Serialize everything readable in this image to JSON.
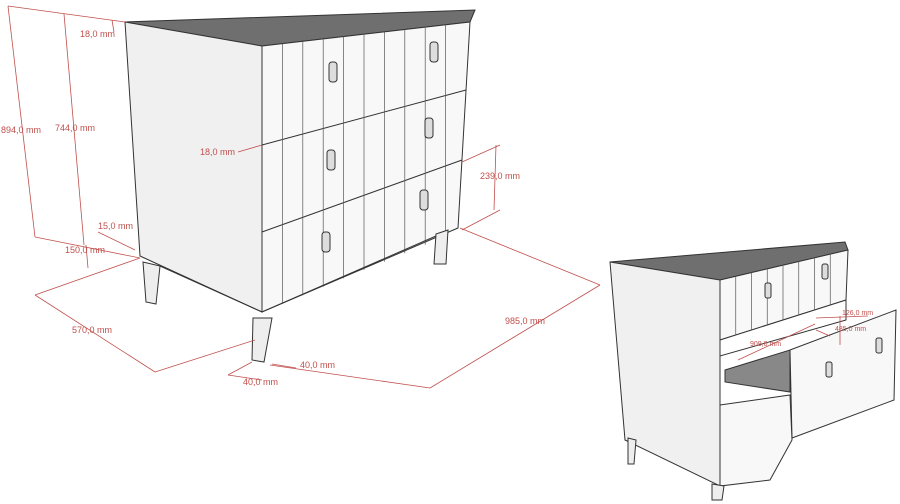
{
  "dimensions": {
    "top_thickness": "18,0 mm",
    "total_height": "894,0 mm",
    "body_height": "744,0 mm",
    "drawer_gap": "18,0 mm",
    "drawer_height": "239,0 mm",
    "bottom_thickness": "15,0 mm",
    "leg_height": "150,0 mm",
    "depth": "570,0 mm",
    "width": "985,0 mm",
    "leg_width": "40,0 mm",
    "leg_depth": "40,0 mm",
    "drawer_inner_height": "126,0 mm",
    "drawer_inner_depth": "485,0 mm",
    "drawer_inner_width": "909,0 mm"
  },
  "colors": {
    "dimension": "#c0504d",
    "top": "#6f6f6f",
    "side": "#f0f0f0",
    "front": "#f7f7f7"
  }
}
